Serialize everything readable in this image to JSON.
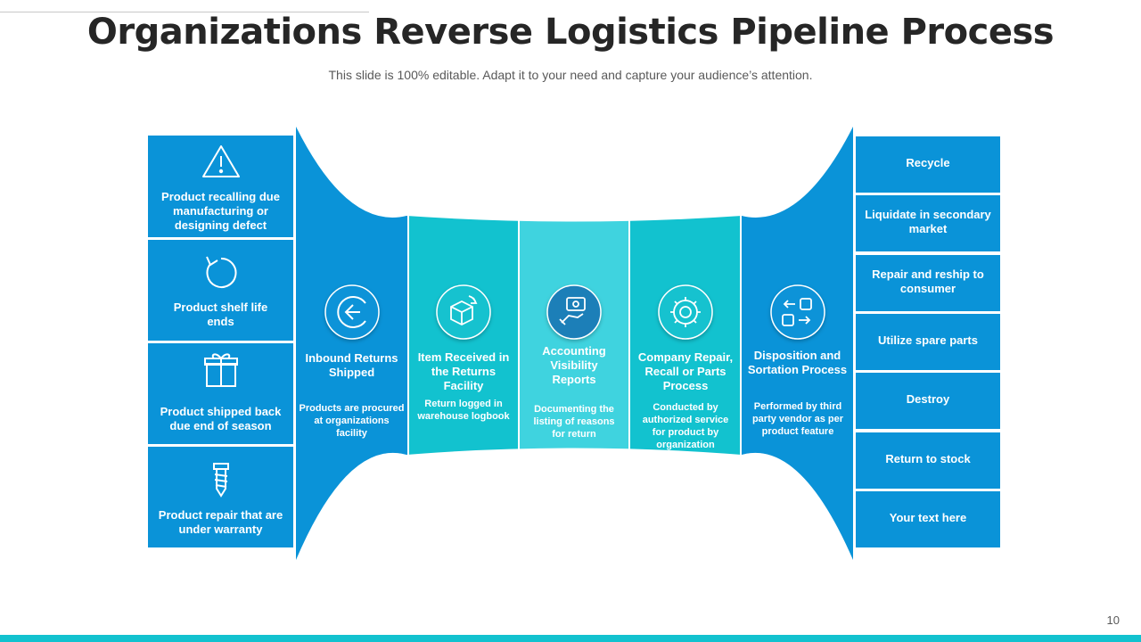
{
  "slide": {
    "title": "Organizations Reverse Logistics Pipeline Process",
    "subtitle": "This slide is 100% editable. Adapt it to your need and capture your audience’s attention.",
    "page_number": "10"
  },
  "causes": [
    {
      "label": "Product recalling due manufacturing or designing defect",
      "icon": "warning-icon"
    },
    {
      "label": "Product shelf life ends",
      "icon": "refresh-icon"
    },
    {
      "label": "Product shipped back due end of season",
      "icon": "gift-icon"
    },
    {
      "label": "Product repair that are under warranty",
      "icon": "screw-icon"
    }
  ],
  "stages": [
    {
      "title": "Inbound Returns Shipped",
      "desc": "Products are procured at organizations facility",
      "icon": "return-arrow-icon"
    },
    {
      "title": "Item Received in the Returns Facility",
      "desc": "Return logged in warehouse logbook",
      "icon": "box-icon"
    },
    {
      "title": "Accounting Visibility Reports",
      "desc": "Documenting the listing of reasons for return",
      "icon": "payment-icon"
    },
    {
      "title": "Company Repair, Recall or Parts Process",
      "desc": "Conducted by authorized service for product by organization",
      "icon": "gear-wrench-icon"
    },
    {
      "title": "Disposition and Sortation Process",
      "desc": "Performed by third party vendor as per product feature",
      "icon": "sorting-icon"
    }
  ],
  "outcomes": [
    "Recycle",
    "Liquidate in secondary market",
    "Repair and reship to consumer",
    "Utilize spare parts",
    "Destroy",
    "Return to stock",
    "Your text here"
  ],
  "colors": {
    "dark_blue": "#0a93d8",
    "teal": "#12c2cf",
    "light_teal": "#3fd3df",
    "icon_circle": "#1a7fb8",
    "accent_bar": "#12c2cf"
  }
}
